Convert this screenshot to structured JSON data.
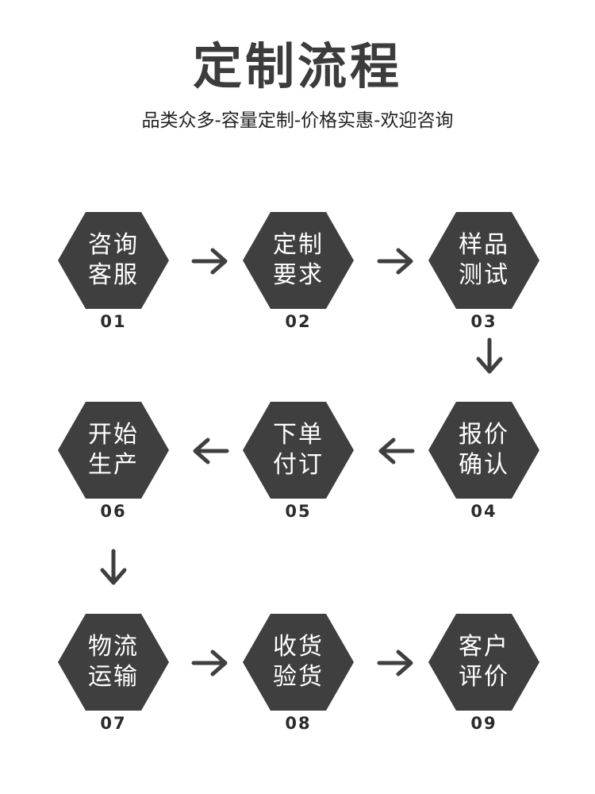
{
  "header": {
    "title": "定制流程",
    "subtitle": "品类众多-容量定制-价格实惠-欢迎咨询"
  },
  "steps": [
    {
      "line1": "咨询",
      "line2": "客服",
      "num": "01"
    },
    {
      "line1": "定制",
      "line2": "要求",
      "num": "02"
    },
    {
      "line1": "样品",
      "line2": "测试",
      "num": "03"
    },
    {
      "line1": "报价",
      "line2": "确认",
      "num": "04"
    },
    {
      "line1": "下单",
      "line2": "付订",
      "num": "05"
    },
    {
      "line1": "开始",
      "line2": "生产",
      "num": "06"
    },
    {
      "line1": "物流",
      "line2": "运输",
      "num": "07"
    },
    {
      "line1": "收货",
      "line2": "验货",
      "num": "08"
    },
    {
      "line1": "客户",
      "line2": "评价",
      "num": "09"
    }
  ],
  "colors": {
    "hex_fill": "#3f3f3f",
    "arrow": "#3f3f3f",
    "title": "#3c3c3c"
  },
  "icons": {
    "right": "arrow-right-icon",
    "left": "arrow-left-icon",
    "down": "arrow-down-icon"
  }
}
